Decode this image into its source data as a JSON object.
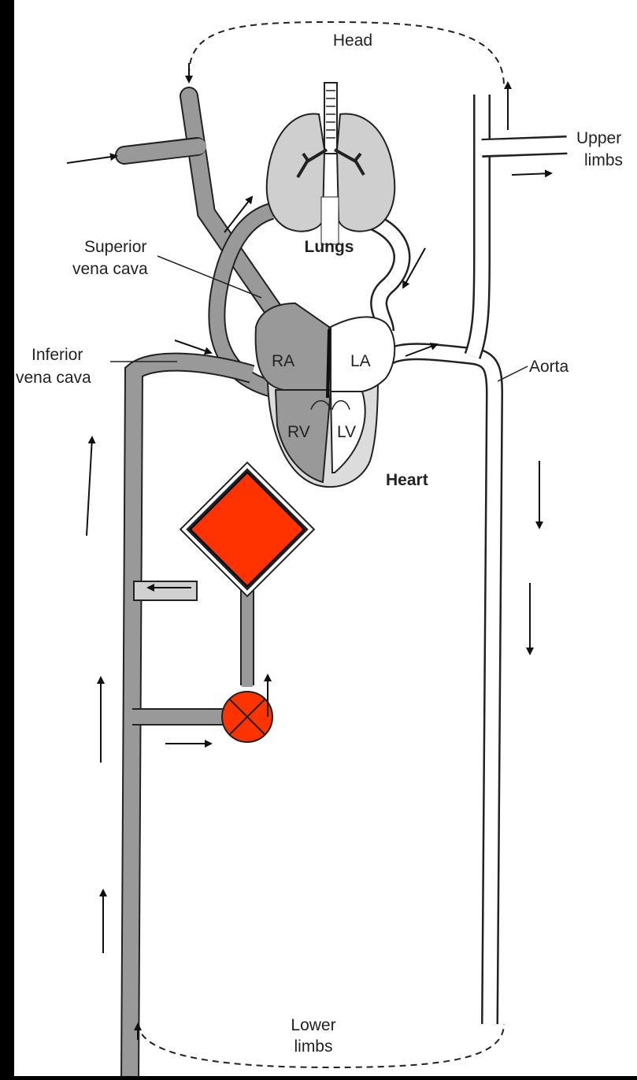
{
  "labels": {
    "head": "Head",
    "upper_limbs_1": "Upper",
    "upper_limbs_2": "limbs",
    "superior_vena_cava_1": "Superior",
    "superior_vena_cava_2": "vena cava",
    "lungs": "Lungs",
    "inferior_vena_cava_1": "Inferior",
    "inferior_vena_cava_2": "vena cava",
    "ra": "RA",
    "la": "LA",
    "rv": "RV",
    "lv": "LV",
    "aorta": "Aorta",
    "heart": "Heart",
    "lower_limbs_1": "Lower",
    "lower_limbs_2": "limbs"
  },
  "colors": {
    "background": "#000000",
    "paper": "#ffffff",
    "venous": "#999999",
    "lung": "#cccccc",
    "ventricle_wall": "#dddddd",
    "device": "#ff3300",
    "outline": "#222222"
  },
  "icons": {
    "device_square": "red-diamond-icon",
    "device_valve": "crossed-circle-icon"
  }
}
